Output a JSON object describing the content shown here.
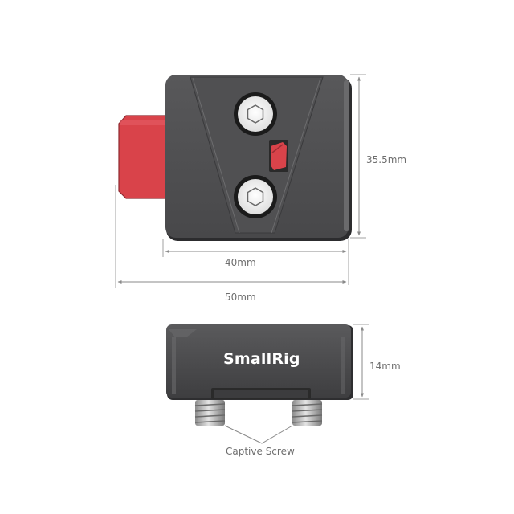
{
  "top_view": {
    "name": "mount-top-view",
    "body_color": "#4d4d4f",
    "lever_color": "#d9434a",
    "screws": [
      "hex-screw-top",
      "hex-screw-bottom"
    ]
  },
  "side_view": {
    "name": "mount-side-view",
    "brand": "SmallRig",
    "screw_label": "Captive Screw"
  },
  "dimensions": {
    "height": "35.5mm",
    "plate_width": "40mm",
    "total_width": "50mm",
    "thickness": "14mm"
  },
  "colors": {
    "dimension_line": "#8a8a8a",
    "dimension_text": "#6e6e6e"
  }
}
